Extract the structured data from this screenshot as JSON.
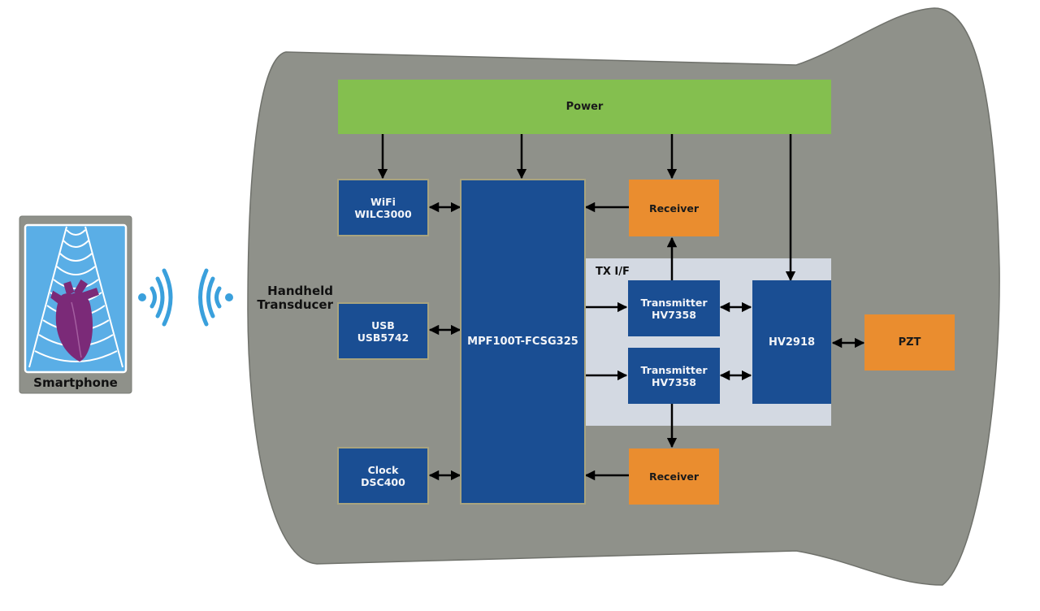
{
  "diagram": {
    "title_label": "Handheld Transducer",
    "title_lines": [
      "Handheld",
      "Transducer"
    ],
    "smartphone": {
      "label": "Smartphone"
    },
    "power": {
      "label": "Power"
    },
    "fpga": {
      "label": "MPF100T-FCSG325"
    },
    "wifi": {
      "line1": "WiFi",
      "line2": "WILC3000"
    },
    "usb": {
      "line1": "USB",
      "line2": "USB5742"
    },
    "clock": {
      "line1": "Clock",
      "line2": "DSC400"
    },
    "receiver_top": {
      "label": "Receiver"
    },
    "receiver_bottom": {
      "label": "Receiver"
    },
    "tx_if": {
      "label": "TX I/F"
    },
    "transmitter_top": {
      "line1": "Transmitter",
      "line2": "HV7358"
    },
    "transmitter_bottom": {
      "line1": "Transmitter",
      "line2": "HV7358"
    },
    "hv_switch": {
      "label": "HV2918"
    },
    "pzt": {
      "label": "PZT"
    },
    "connections": [
      {
        "from": "Power",
        "to": "WiFi WILC3000",
        "type": "arrow"
      },
      {
        "from": "Power",
        "to": "MPF100T-FCSG325",
        "type": "arrow"
      },
      {
        "from": "Power",
        "to": "Receiver (top)",
        "type": "arrow"
      },
      {
        "from": "Power",
        "to": "HV2918",
        "type": "arrow"
      },
      {
        "from": "WiFi WILC3000",
        "to": "MPF100T-FCSG325",
        "type": "bidirectional"
      },
      {
        "from": "USB USB5742",
        "to": "MPF100T-FCSG325",
        "type": "bidirectional"
      },
      {
        "from": "Clock DSC400",
        "to": "MPF100T-FCSG325",
        "type": "bidirectional"
      },
      {
        "from": "Receiver (top)",
        "to": "MPF100T-FCSG325",
        "type": "arrow"
      },
      {
        "from": "Receiver (bottom)",
        "to": "MPF100T-FCSG325",
        "type": "arrow"
      },
      {
        "from": "MPF100T-FCSG325",
        "to": "Transmitter HV7358 (top)",
        "type": "arrow"
      },
      {
        "from": "MPF100T-FCSG325",
        "to": "Transmitter HV7358 (bottom)",
        "type": "arrow"
      },
      {
        "from": "Transmitter HV7358 (top)",
        "to": "Receiver (top)",
        "type": "arrow"
      },
      {
        "from": "Transmitter HV7358 (bottom)",
        "to": "Receiver (bottom)",
        "type": "arrow"
      },
      {
        "from": "Transmitter HV7358 (top)",
        "to": "HV2918",
        "type": "bidirectional"
      },
      {
        "from": "Transmitter HV7358 (bottom)",
        "to": "HV2918",
        "type": "bidirectional"
      },
      {
        "from": "HV2918",
        "to": "PZT",
        "type": "bidirectional"
      },
      {
        "from": "Smartphone",
        "to": "Handheld Transducer",
        "type": "wireless"
      }
    ]
  },
  "colors": {
    "body_gray": "#8f918a",
    "block_blue": "#1a4e93",
    "block_orange": "#ea8d2f",
    "power_green": "#84bf4f",
    "tx_panel": "#d3d9e2",
    "wireless_blue": "#3aa0dc",
    "heart_purple": "#7b2a78"
  }
}
